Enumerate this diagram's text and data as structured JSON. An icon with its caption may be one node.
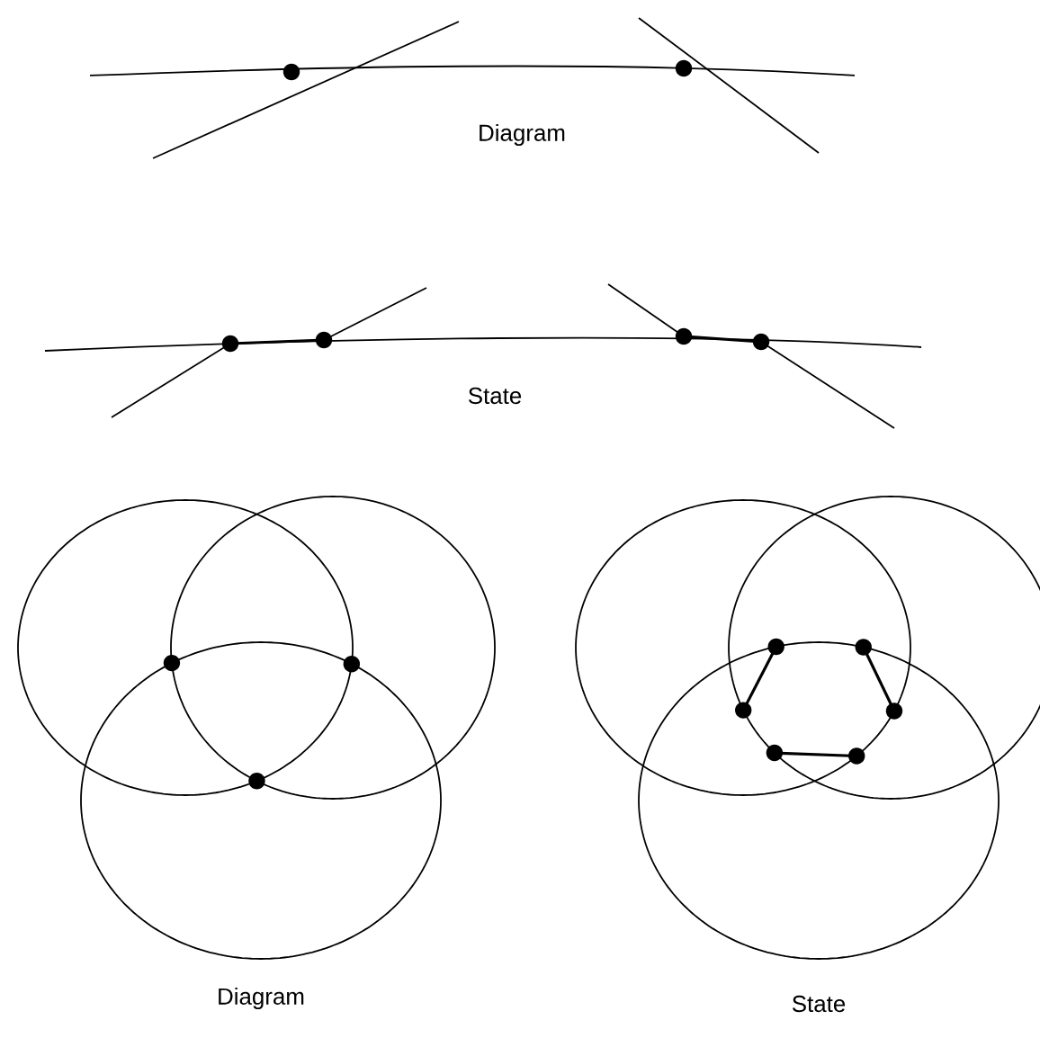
{
  "diagram": {
    "labels": [
      "Diagram",
      "State",
      "Diagram",
      "State"
    ]
  }
}
